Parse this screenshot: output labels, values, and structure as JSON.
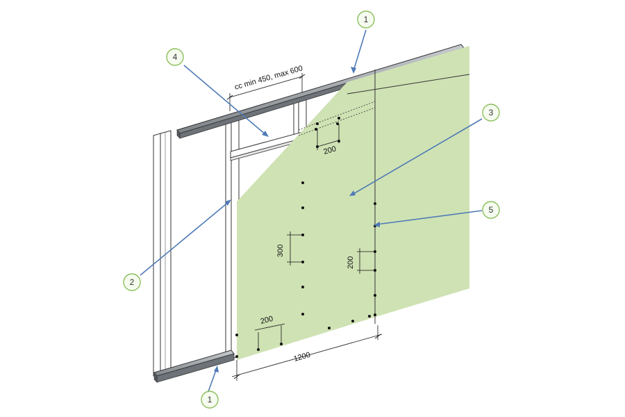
{
  "colors": {
    "board": "#cfe2b4",
    "rail": "#9ea3a8",
    "stud": "#ffffff",
    "outline": "#333333",
    "callout_ring": "#8cbf5c",
    "callout_fill": "#f6fbef",
    "leader": "#4f7ab6",
    "screw": "#111111"
  },
  "callouts": [
    {
      "id": "top-rail",
      "label": "1"
    },
    {
      "id": "bottom-rail",
      "label": "1"
    },
    {
      "id": "stud",
      "label": "2"
    },
    {
      "id": "board",
      "label": "3"
    },
    {
      "id": "nogging",
      "label": "4"
    },
    {
      "id": "screw",
      "label": "5"
    }
  ],
  "dimensions": {
    "stud_spacing": "cc min 450, max 600",
    "top_edge_spacing": "200",
    "field_vertical_spacing": "300",
    "edge_vertical_spacing": "200",
    "bottom_edge_spacing": "200",
    "board_width": "1200"
  }
}
